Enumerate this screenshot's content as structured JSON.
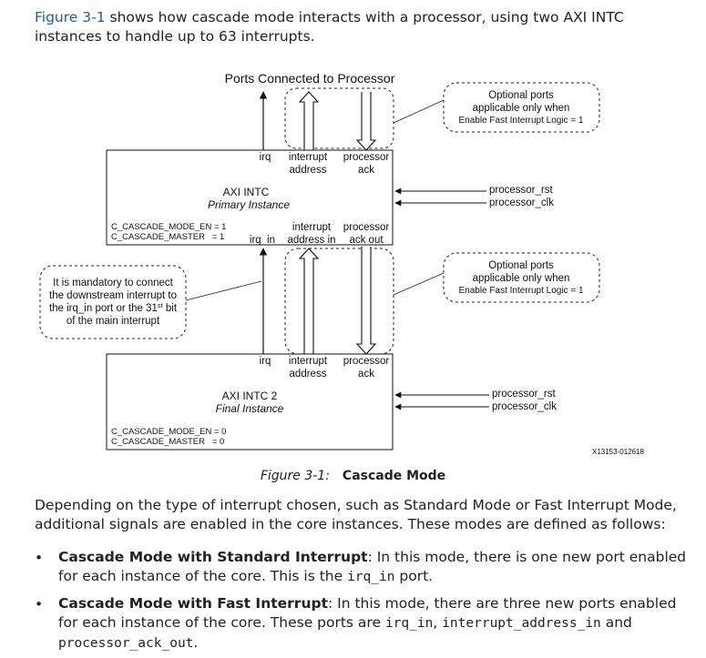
{
  "intro": {
    "link": "Figure 3-1",
    "rest_line1": " shows how cascade mode interacts with a processor, using two AXI INTC",
    "line2": "instances to handle up to 63 interrupts."
  },
  "diagram": {
    "top_title": "Ports Connected to Processor",
    "note_optional_1": [
      "Optional ports",
      "applicable only when",
      "Enable Fast Interrupt Logic = 1"
    ],
    "note_optional_2": [
      "Optional ports",
      "applicable only when",
      "Enable Fast Interrupt Logic = 1"
    ],
    "note_mandatory": [
      "It is mandatory to connect",
      "the downstream interrupt to",
      "the irq_in port or the 31",
      "of the main interrupt"
    ],
    "note_mandatory_sup": "st",
    "note_mandatory_after": " bit",
    "primary": {
      "port_irq": "irq",
      "port_int_addr": [
        "interrupt",
        "address"
      ],
      "port_proc_ack": [
        "processor",
        "ack"
      ],
      "name": "AXI INTC",
      "role": "Primary Instance",
      "param1": "C_CASCADE_MODE_EN = 1",
      "param2": "C_CASCADE_MASTER   = 1",
      "port_irq_in": "irq_in",
      "port_int_addr_in": [
        "interrupt",
        "address in"
      ],
      "port_proc_ack_out": [
        "processor",
        "ack out"
      ],
      "rst": "processor_rst",
      "clk": "processor_clk"
    },
    "final": {
      "port_irq": "irq",
      "port_int_addr": [
        "interrupt",
        "address"
      ],
      "port_proc_ack": [
        "processor",
        "ack"
      ],
      "name": "AXI INTC 2",
      "role": "Final Instance",
      "param1": "C_CASCADE_MODE_EN = 0",
      "param2": "C_CASCADE_MASTER   = 0",
      "rst": "processor_rst",
      "clk": "processor_clk"
    },
    "figure_id": "X13153-012618"
  },
  "caption": {
    "figure": "Figure 3-1:",
    "title": "Cascade Mode"
  },
  "body": {
    "line1": "Depending on the type of interrupt chosen, such as Standard Mode or Fast Interrupt Mode,",
    "line2": "additional signals are enabled in the core instances. These modes are defined as follows:"
  },
  "bullets": [
    {
      "term": "Cascade Mode with Standard Interrupt",
      "l1": ": In this mode, there is one new port enabled",
      "l2a": "for each instance of the core. This is the ",
      "code1": "irq_in",
      "l2b": " port."
    },
    {
      "term": "Cascade Mode with Fast Interrupt",
      "l1": ": In this mode, there are three new ports enabled",
      "l2a": "for each instance of the core. These ports are ",
      "code1": "irq_in",
      "sep1": ", ",
      "code2": "interrupt_address_in",
      "sep2": " and",
      "code3": "processor_ack_out",
      "end": "."
    }
  ]
}
